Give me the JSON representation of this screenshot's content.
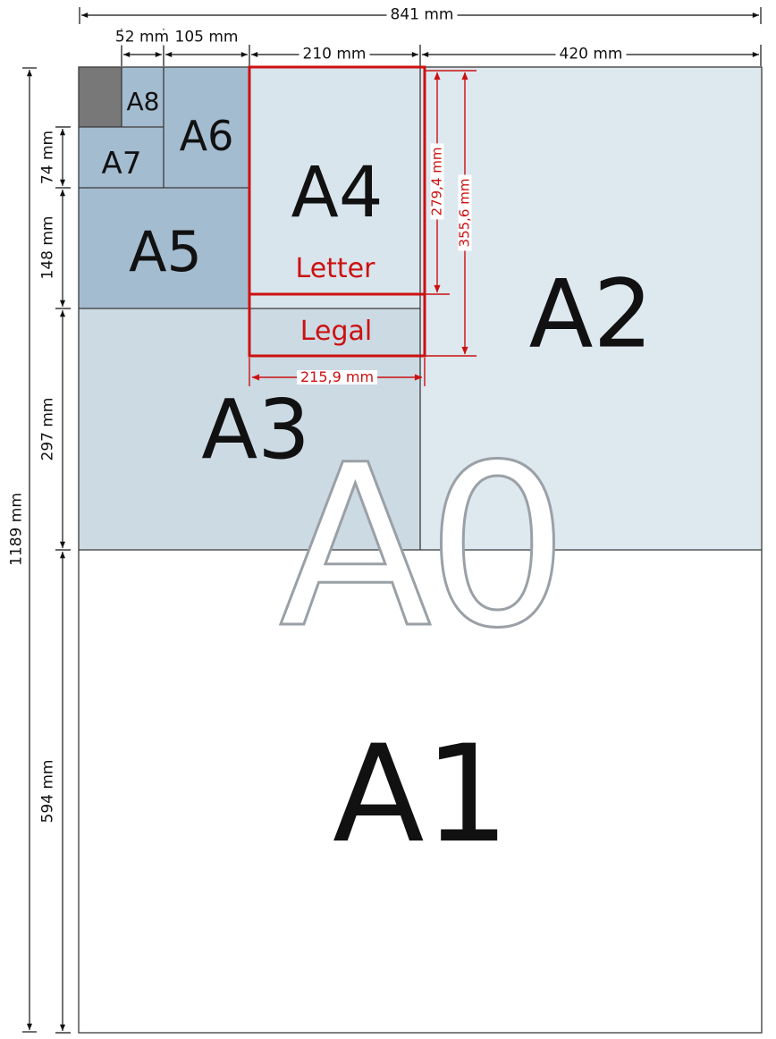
{
  "diagram": {
    "type": "iso-216-paper-sizes",
    "labels": {
      "a0": "A0",
      "a1": "A1",
      "a2": "A2",
      "a3": "A3",
      "a4": "A4",
      "a5": "A5",
      "a6": "A6",
      "a7": "A7",
      "a8": "A8",
      "letter": "Letter",
      "legal": "Legal"
    },
    "dims_top": {
      "w841": "841 mm",
      "w52": "52 mm",
      "w105": "105 mm",
      "w210": "210 mm",
      "w420": "420 mm"
    },
    "dims_left": {
      "h74": "74 mm",
      "h148": "148 mm",
      "h297": "297 mm",
      "h594": "594 mm",
      "h1189": "1189 mm"
    },
    "dims_red": {
      "letter_height": "279,4 mm",
      "legal_height": "355,6 mm",
      "letter_width": "215,9 mm"
    },
    "colors": {
      "accent_red": "#cc1111",
      "corner_fill": "#787878",
      "small_sizes_fill": "#a4bcd0",
      "a4_fill": "#d9e5ed",
      "a3_fill": "#ccdae4",
      "a2_fill": "#dde8ef",
      "a1_fill": "#ffffff",
      "line_color": "#3a3a3a"
    }
  }
}
